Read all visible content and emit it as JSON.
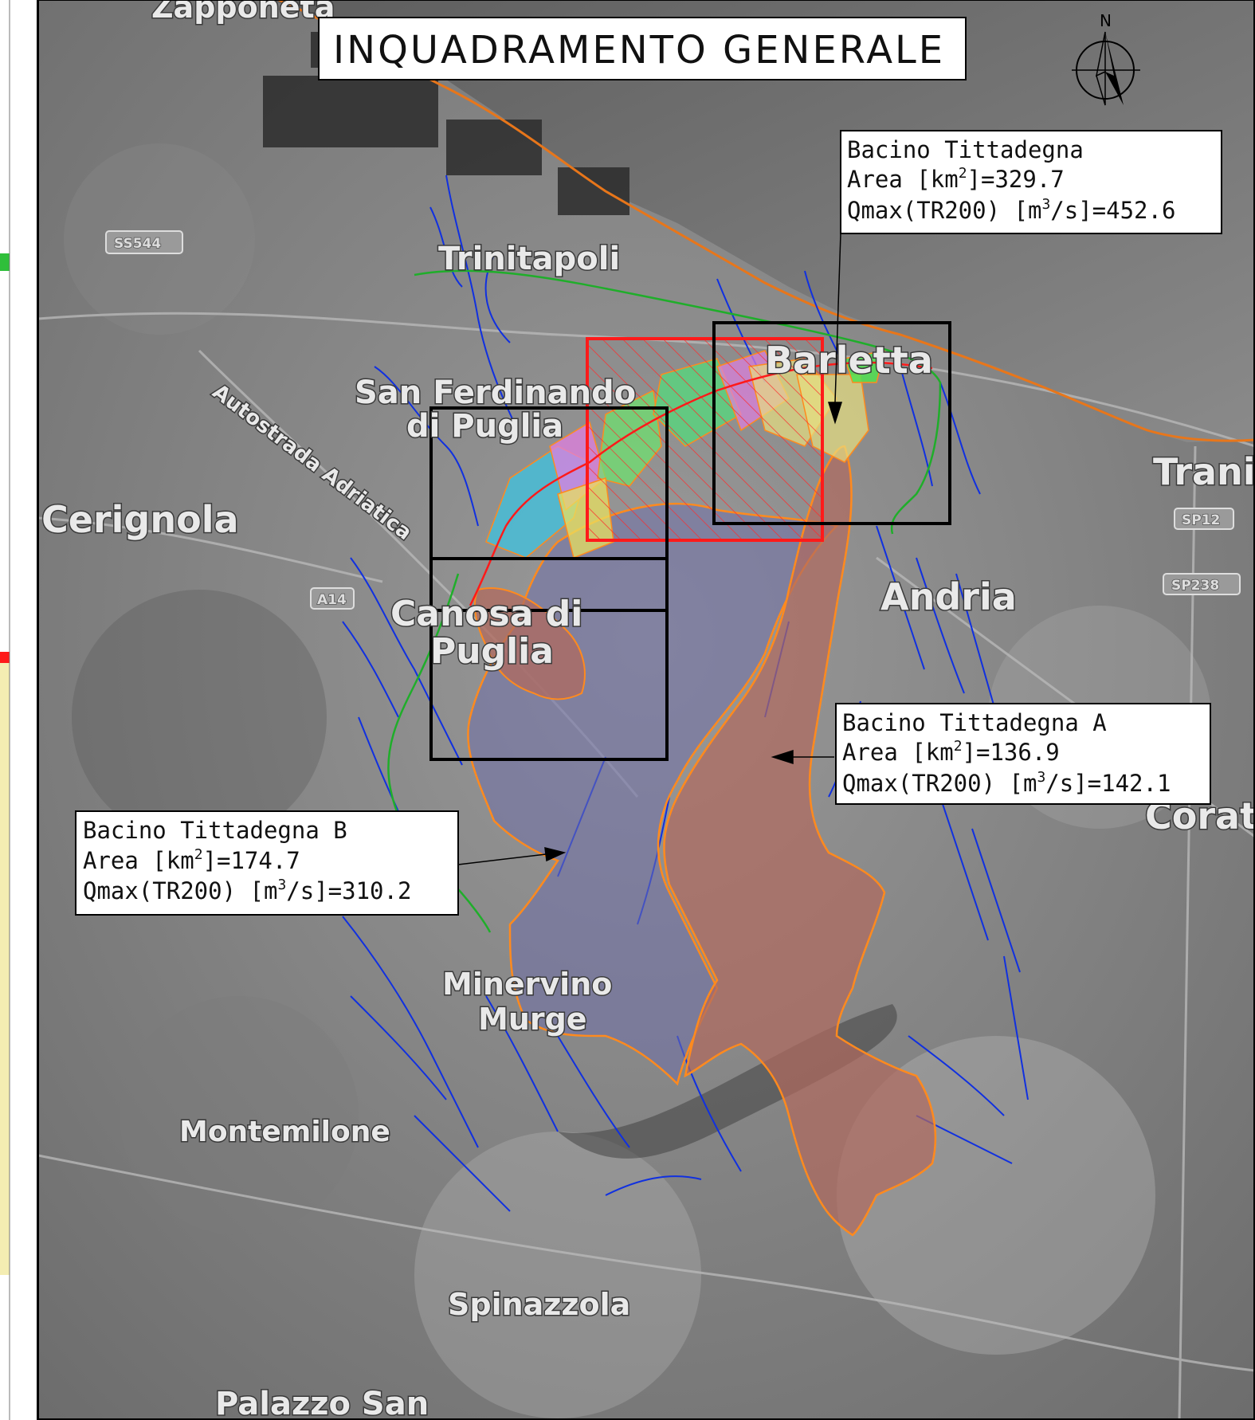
{
  "title": "INQUADRAMENTO GENERALE",
  "north_label": "N",
  "places": [
    {
      "id": "trinitapoli",
      "name": "Trinitapoli"
    },
    {
      "id": "barletta",
      "name": "Barletta"
    },
    {
      "id": "san-ferdinando-1",
      "name": "San Ferdinando"
    },
    {
      "id": "san-ferdinando-2",
      "name": "di Puglia"
    },
    {
      "id": "cerignola",
      "name": "Cerignola"
    },
    {
      "id": "canosa-1",
      "name": "Canosa di"
    },
    {
      "id": "canosa-2",
      "name": "Puglia"
    },
    {
      "id": "trani",
      "name": "Trani"
    },
    {
      "id": "andria",
      "name": "Andria"
    },
    {
      "id": "corato",
      "name": "Corato"
    },
    {
      "id": "minervino-1",
      "name": "Minervino"
    },
    {
      "id": "minervino-2",
      "name": "Murge"
    },
    {
      "id": "montemilone",
      "name": "Montemilone"
    },
    {
      "id": "spinazzola",
      "name": "Spinazzola"
    },
    {
      "id": "palazzo",
      "name": "Palazzo San"
    },
    {
      "id": "zapponeta",
      "name": "Zapponeta"
    },
    {
      "id": "autostrada",
      "name": "Autostrada Adriatica"
    }
  ],
  "roads": {
    "ss544": "SS544",
    "sp12": "SP12",
    "sp238": "SP238",
    "a14": "A14"
  },
  "callouts": {
    "main": {
      "name": "Bacino  Tittadegna",
      "area_prefix": "Area  [km",
      "area_sup": "2",
      "area_suffix": "]=329.7",
      "q_prefix": "Qmax(TR200)  [m",
      "q_sup": "3",
      "q_suffix": "/s]=452.6"
    },
    "a": {
      "name": "Bacino  Tittadegna  A",
      "area_prefix": "Area  [km",
      "area_sup": "2",
      "area_suffix": "]=136.9",
      "q_prefix": "Qmax(TR200)  [m",
      "q_sup": "3",
      "q_suffix": "/s]=142.1"
    },
    "b": {
      "name": "Bacino  Tittadegna  B",
      "area_prefix": "Area  [km",
      "area_sup": "2",
      "area_suffix": "]=174.7",
      "q_prefix": "Qmax(TR200)  [m",
      "q_sup": "3",
      "q_suffix": "/s]=310.2"
    }
  },
  "colors": {
    "basin_a_fill": "#b06a5e",
    "basin_b_fill": "#6f6fa8",
    "basin_outline": "#ff8a1e",
    "river": "#1030e0",
    "study_area": "#ff1a1a",
    "frame": "#000000",
    "pipeline": "#1fae2a",
    "coastline": "#e8761a"
  }
}
